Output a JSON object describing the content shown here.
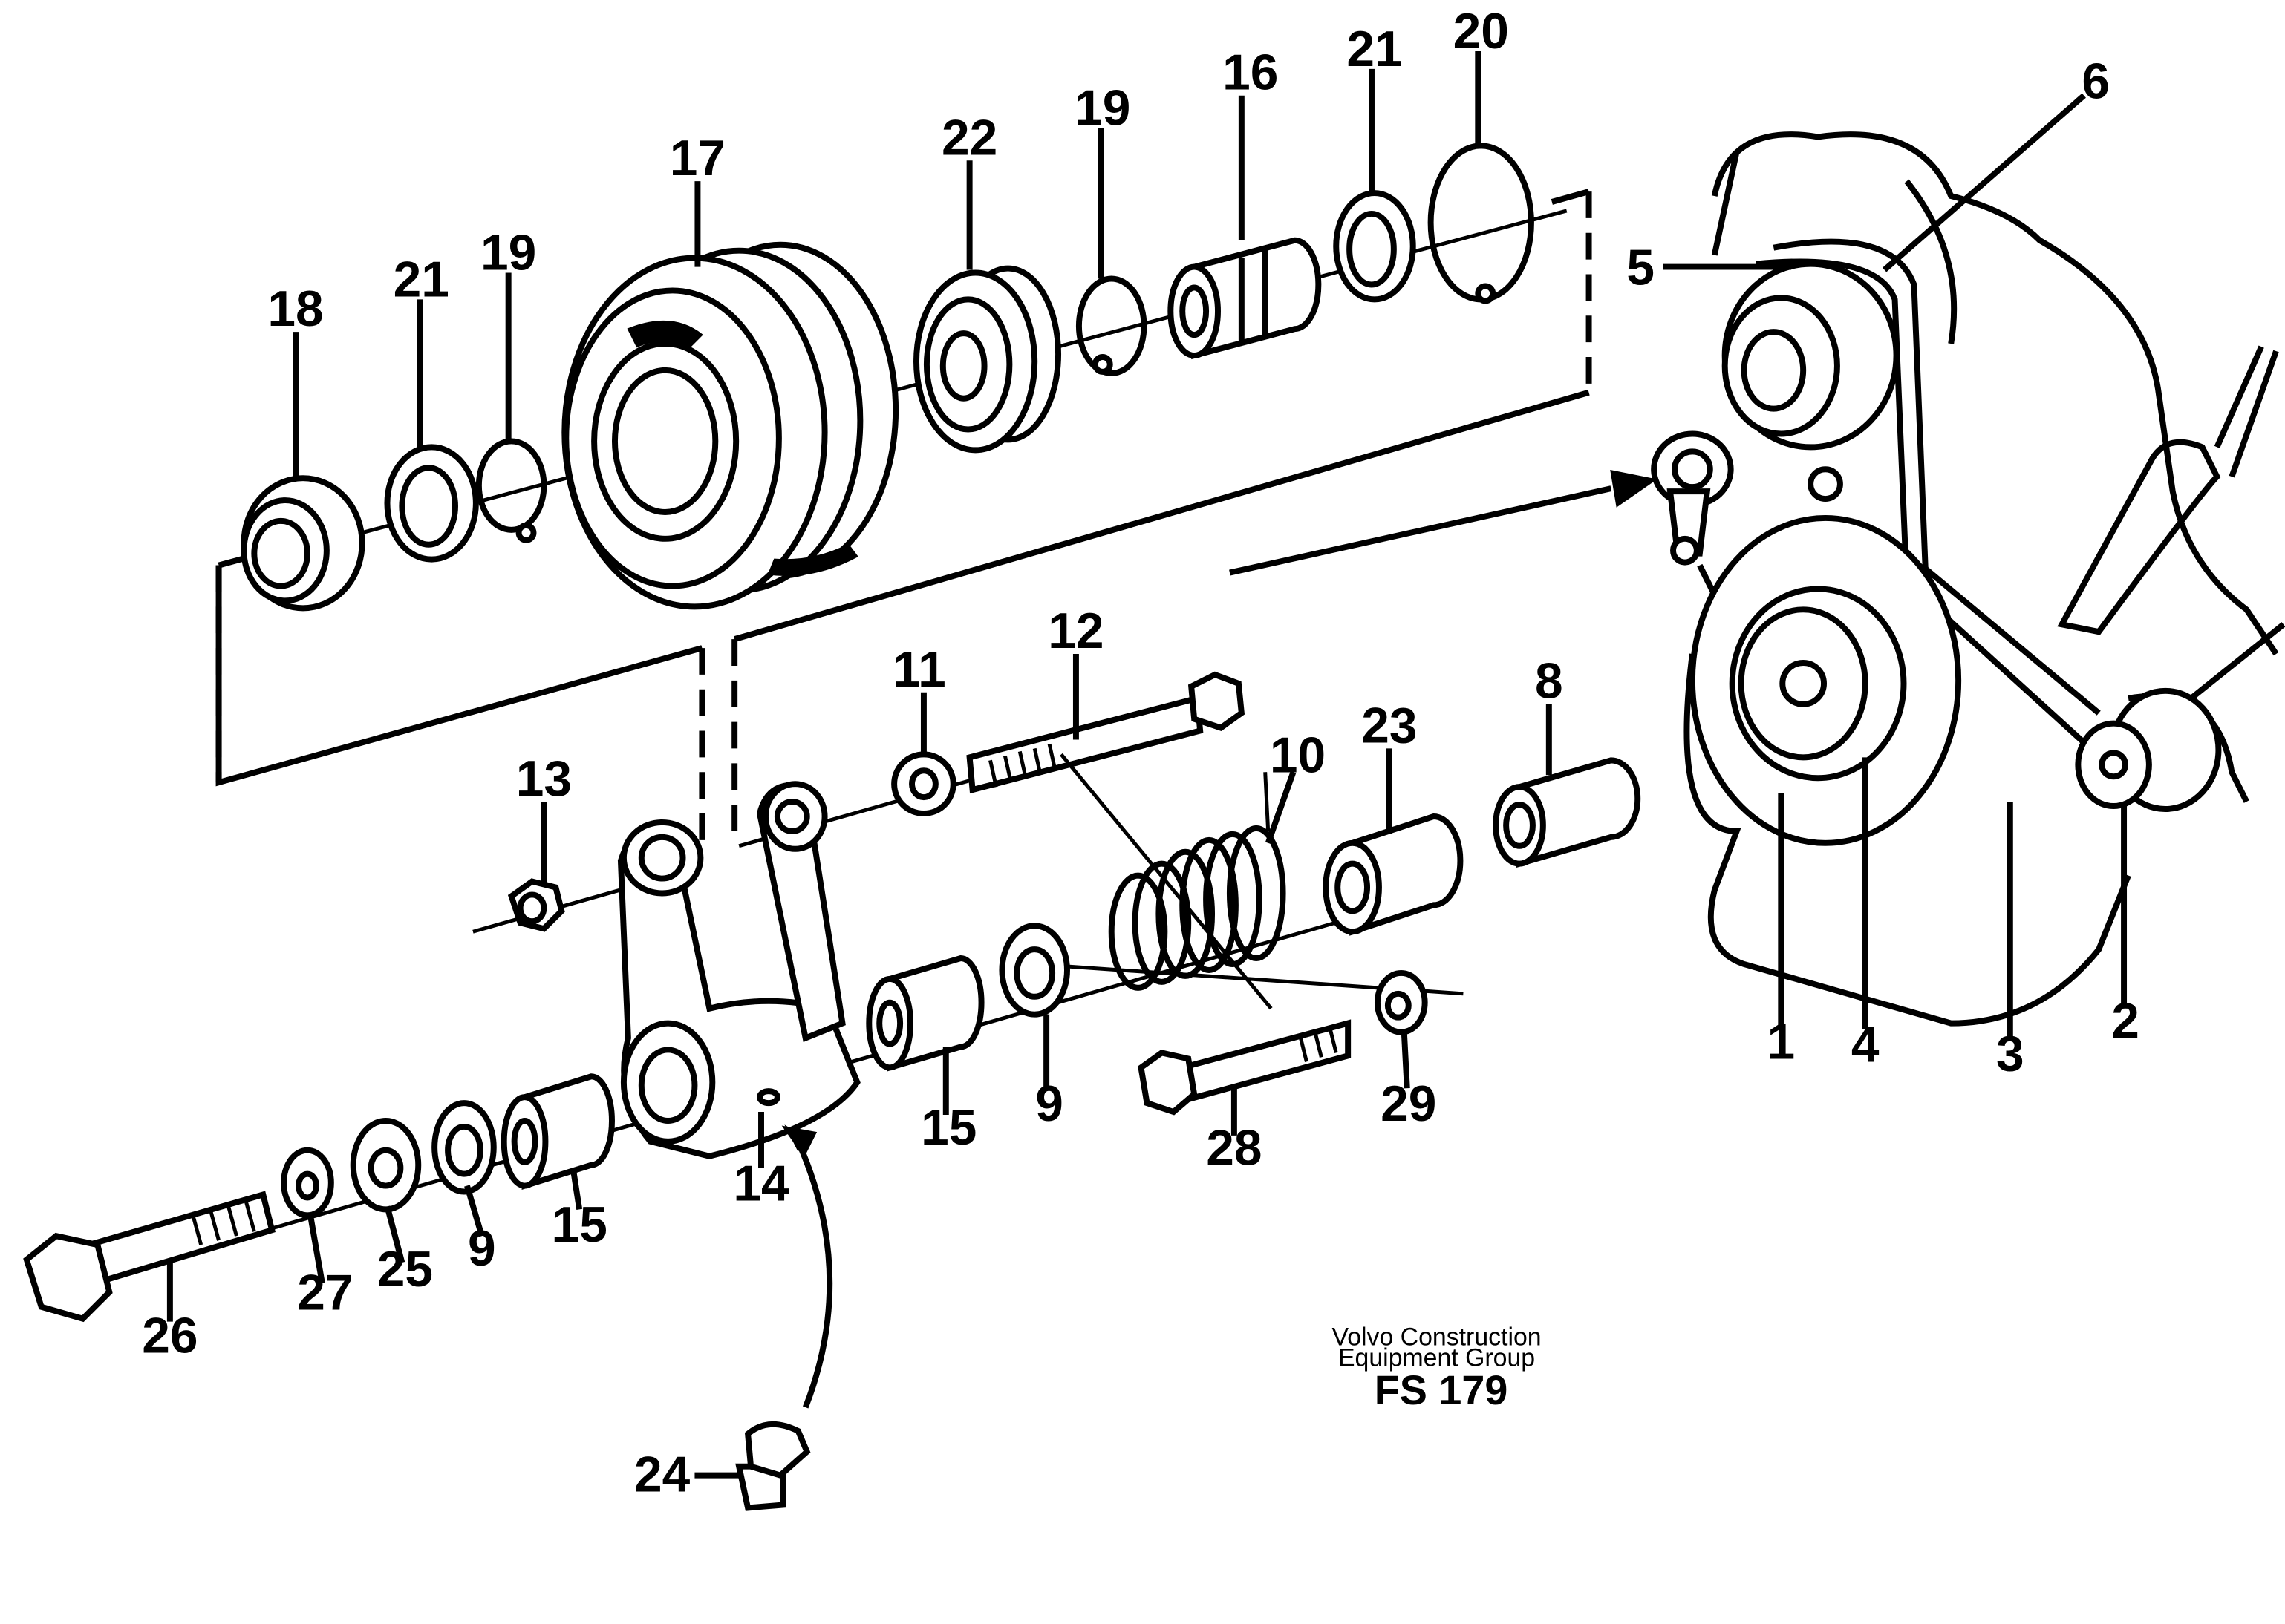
{
  "diagram": {
    "labels": [
      "1",
      "2",
      "3",
      "4",
      "5",
      "6",
      "8",
      "9",
      "10",
      "11",
      "12",
      "13",
      "14",
      "15",
      "16",
      "17",
      "18",
      "19",
      "20",
      "21",
      "22",
      "23",
      "24",
      "25",
      "26",
      "27",
      "28",
      "29"
    ],
    "footer": {
      "company_line1": "Volvo Construction",
      "company_line2": "Equipment Group",
      "figure_id": "FS 179"
    }
  }
}
